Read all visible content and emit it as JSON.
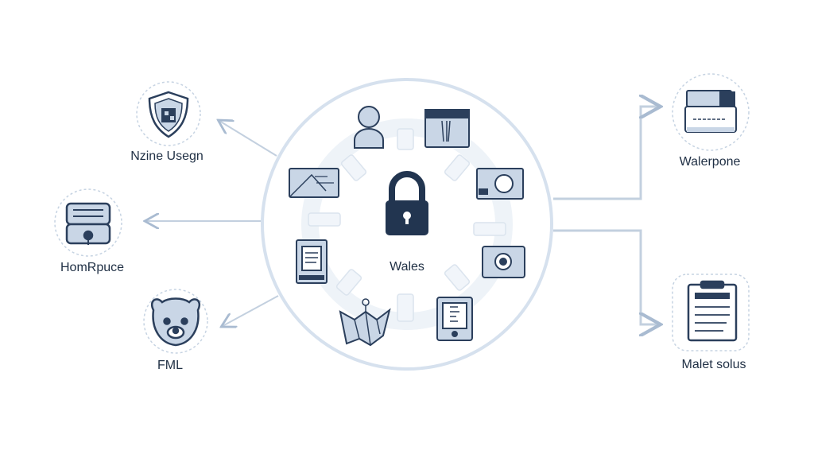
{
  "diagram": {
    "center_label": "Wales",
    "left_nodes": [
      {
        "label": "Nzine Usegn",
        "icon": "shield-icon"
      },
      {
        "label": "HomRpuce",
        "icon": "safe-vault-icon"
      },
      {
        "label": "FML",
        "icon": "bear-face-icon"
      }
    ],
    "right_nodes": [
      {
        "label": "Walerpone",
        "icon": "wallet-stack-icon"
      },
      {
        "label": "Malet solus",
        "icon": "clipboard-document-icon"
      }
    ],
    "ring_icons": [
      "user-icon",
      "folder-icon",
      "id-card-icon",
      "screen-toggle-icon",
      "device-tablet-icon",
      "map-icon",
      "document-tablet-icon",
      "map-card-icon"
    ],
    "center_icon": "padlock-icon",
    "colors": {
      "stroke": "#2b3f5c",
      "fill": "#c9d6e6",
      "ring": "#d6e1ee",
      "dark": "#223550",
      "connector": "#b8c7d9"
    }
  }
}
